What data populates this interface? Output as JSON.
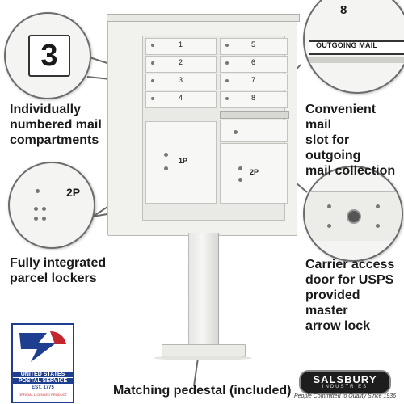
{
  "callouts": {
    "compartments": {
      "lines": [
        "Individually",
        "numbered mail",
        "compartments"
      ],
      "detail_number": "3"
    },
    "outgoing": {
      "lines": [
        "Convenient mail",
        "slot for outgoing",
        "mail collection"
      ],
      "slot_label": "OUTGOING MAIL",
      "detail_number": "8"
    },
    "parcel": {
      "lines": [
        "Fully integrated",
        "parcel lockers"
      ],
      "detail_label": "2P"
    },
    "carrier": {
      "lines": [
        "Carrier access",
        "door for USPS",
        "provided master",
        "arrow lock"
      ]
    },
    "pedestal": {
      "text": "Matching pedestal (included)"
    }
  },
  "mailbox": {
    "left_numbers": [
      "1",
      "2",
      "3",
      "4"
    ],
    "right_numbers": [
      "5",
      "6",
      "7",
      "8"
    ],
    "parcel_labels": [
      "1P",
      "2P"
    ],
    "color": "#f1f1ee"
  },
  "badges": {
    "usps": {
      "line1": "UNITED STATES",
      "line2": "POSTAL SERVICE",
      "est": "EST. 1775",
      "fine": "OFFICIAL LICENSED PRODUCT"
    },
    "brand": {
      "name": "SALSBURY",
      "sub": "INDUSTRIES",
      "tagline": "People Committed to Quality Since 1936"
    }
  },
  "colors": {
    "usps_blue": "#1e3f8f",
    "usps_red": "#c4262e",
    "accent_line": "#6a6a6a"
  }
}
